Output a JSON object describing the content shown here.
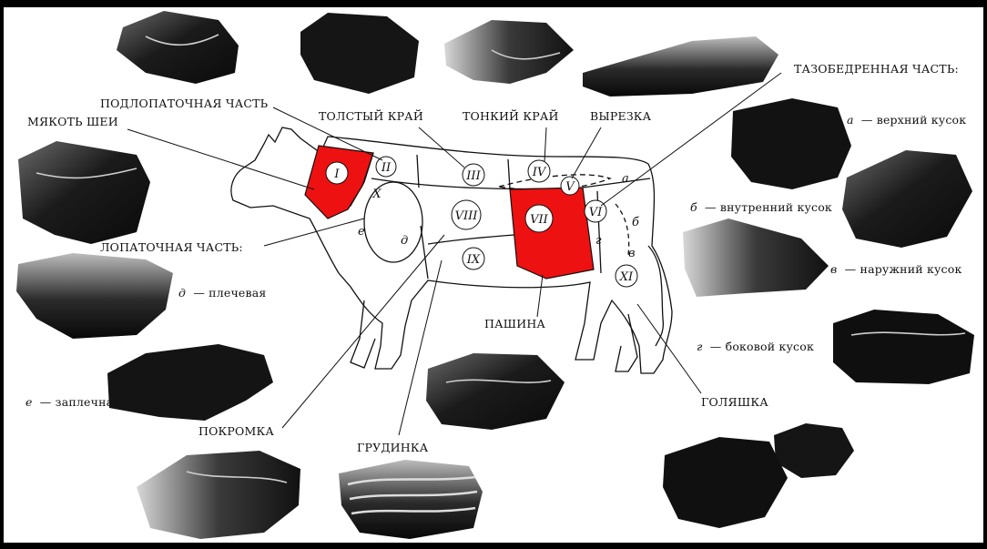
{
  "colors": {
    "highlight": "#ee1111",
    "paper": "#ffffff",
    "ink": "#111111",
    "frame": "#000000"
  },
  "labels": {
    "myakot_shei": "МЯКОТЬ ШЕИ",
    "podlopatochnaya": "ПОДЛОПАТОЧНАЯ ЧАСТЬ",
    "tolstyi_krai": "ТОЛСТЫЙ КРАЙ",
    "tonkii_krai": "ТОНКИЙ КРАЙ",
    "vyrezka": "ВЫРЕЗКА",
    "tazobedrennaya": "ТАЗОБЕДРЕННАЯ ЧАСТЬ:",
    "lopatochnaya": "ЛОПАТОЧНАЯ ЧАСТЬ:",
    "pashina": "ПАШИНА",
    "goliashka": "ГОЛЯШКА",
    "pokromka": "ПОКРОМКА",
    "grudinka": "ГРУДИНКА"
  },
  "sublabels": {
    "a": {
      "letter": "а",
      "text": "— верхний кусок"
    },
    "b": {
      "letter": "б",
      "text": "— внутренний кусок"
    },
    "v": {
      "letter": "в",
      "text": "— наружний кусок"
    },
    "g": {
      "letter": "г",
      "text": "— боковой кусок"
    },
    "d": {
      "letter": "д",
      "text": "— плечевая"
    },
    "e": {
      "letter": "е",
      "text": "— заплечная"
    }
  },
  "regions": {
    "I": "I",
    "II": "II",
    "III": "III",
    "IV": "IV",
    "V": "V",
    "VI": "VI",
    "VII": "VII",
    "VIII": "VIII",
    "IX": "IX",
    "X": "X",
    "XI": "XI"
  },
  "region_letters": {
    "a": "а",
    "b": "б",
    "v": "в",
    "g": "г",
    "d": "д",
    "e": "е"
  },
  "highlighted_regions": [
    "I",
    "VII"
  ],
  "meat_photos": [
    "photo-top-1",
    "photo-top-2",
    "photo-top-3",
    "photo-top-4",
    "photo-left-1",
    "photo-left-2",
    "photo-left-3",
    "photo-right-1",
    "photo-right-2",
    "photo-right-3",
    "photo-right-4",
    "photo-right-5",
    "photo-bottom-1",
    "photo-bottom-2",
    "photo-bottom-3",
    "photo-bottom-4",
    "photo-bottom-5",
    "photo-bottom-6"
  ]
}
